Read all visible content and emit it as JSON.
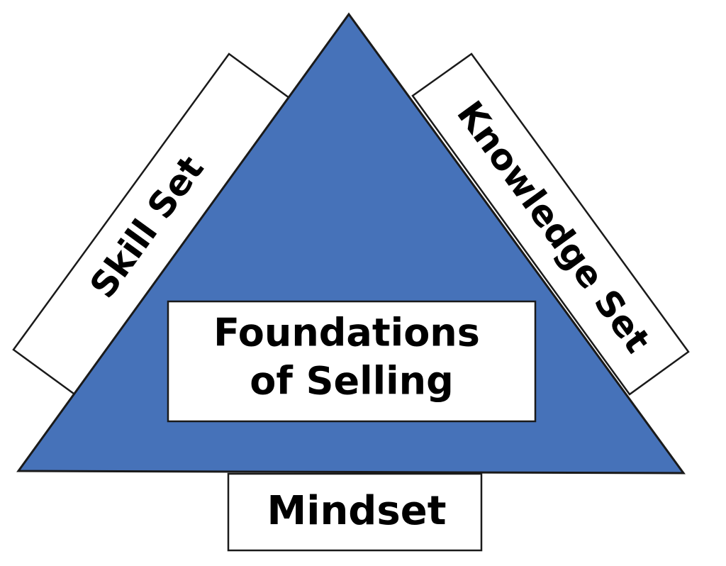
{
  "diagram": {
    "center_label_line1": "Foundations",
    "center_label_line2": "of Selling",
    "left_label": "Skill Set",
    "right_label": "Knowledge Set",
    "bottom_label": "Mindset"
  },
  "colors": {
    "triangle_fill": "#4672b9",
    "outline": "#1a1a1a",
    "box_fill": "#ffffff",
    "text": "#000000"
  }
}
